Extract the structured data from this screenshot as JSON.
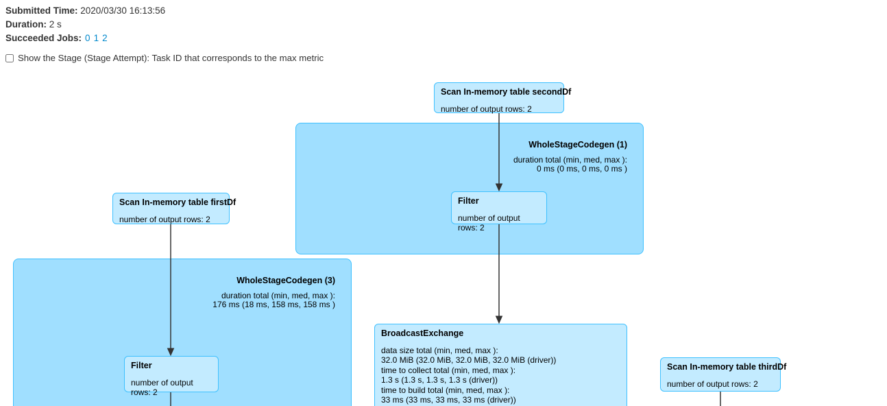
{
  "header": {
    "submitted_time_label": "Submitted Time:",
    "submitted_time_value": "2020/03/30 16:13:56",
    "duration_label": "Duration:",
    "duration_value": "2 s",
    "succeeded_jobs_label": "Succeeded Jobs:",
    "job_links": [
      "0",
      "1",
      "2"
    ],
    "checkbox_label": "Show the Stage (Stage Attempt): Task ID that corresponds to the max metric",
    "checkbox_checked": false
  },
  "graph": {
    "clusters": [
      {
        "title": "WholeStageCodegen (1)",
        "metrics": "duration total (min, med, max ):\n0 ms (0 ms, 0 ms, 0 ms )"
      },
      {
        "title": "WholeStageCodegen (3)",
        "metrics": "duration total (min, med, max ):\n176 ms (18 ms, 158 ms, 158 ms )"
      }
    ],
    "nodes": [
      {
        "title": "Scan In-memory table secondDf",
        "metrics": "number of output rows: 2"
      },
      {
        "title": "Filter",
        "metrics": "number of output rows: 2"
      },
      {
        "title": "Scan In-memory table firstDf",
        "metrics": "number of output rows: 2"
      },
      {
        "title": "Filter",
        "metrics": "number of output rows: 2"
      },
      {
        "title": "BroadcastExchange",
        "metrics": "data size total (min, med, max ):\n32.0 MiB (32.0 MiB, 32.0 MiB, 32.0 MiB (driver))\ntime to collect total (min, med, max ):\n1.3 s (1.3 s, 1.3 s, 1.3 s (driver))\ntime to build total (min, med, max ):\n33 ms (33 ms, 33 ms, 33 ms (driver))"
      },
      {
        "title": "Scan In-memory table thirdDf",
        "metrics": "number of output rows: 2"
      }
    ],
    "colors": {
      "cluster_fill": "#A0DFFF",
      "node_fill": "#C3EBFF",
      "node_border": "#3EC0FF",
      "edge": "#333333",
      "link": "#0088cc",
      "text": "#333333"
    }
  }
}
